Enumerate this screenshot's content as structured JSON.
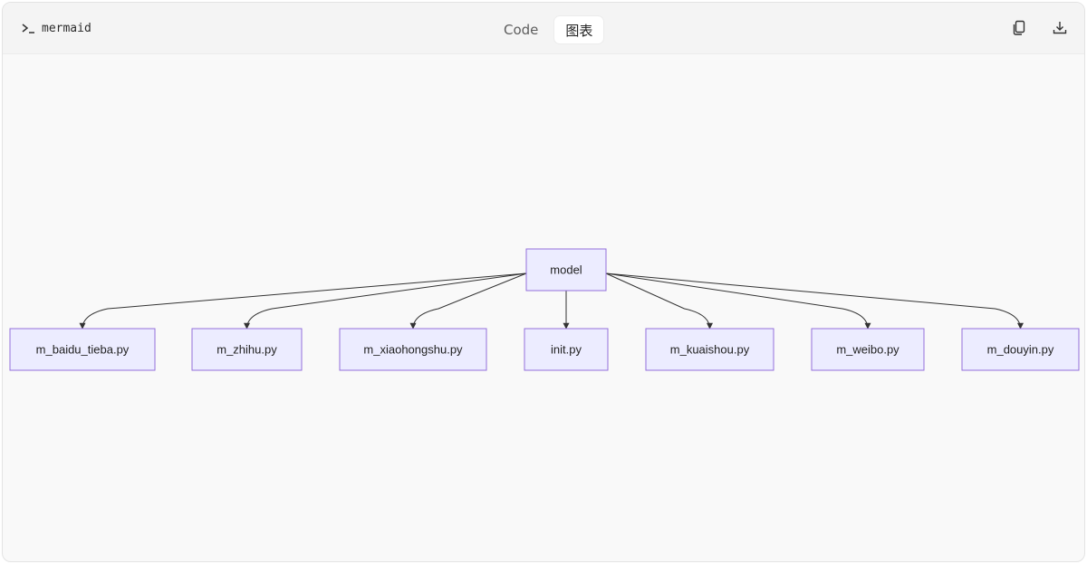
{
  "header": {
    "language_label": "mermaid",
    "language_icon": "terminal-prompt-icon",
    "tabs": [
      {
        "label": "Code",
        "active": false
      },
      {
        "label": "图表",
        "active": true
      }
    ],
    "actions": {
      "copy_icon": "copy-icon",
      "download_icon": "download-icon"
    }
  },
  "diagram": {
    "type": "flowchart",
    "root": {
      "id": "model",
      "label": "model"
    },
    "children": [
      {
        "id": "m_baidu_tieba",
        "label": "m_baidu_tieba.py"
      },
      {
        "id": "m_zhihu",
        "label": "m_zhihu.py"
      },
      {
        "id": "m_xiaohongshu",
        "label": "m_xiaohongshu.py"
      },
      {
        "id": "init",
        "label": "init.py"
      },
      {
        "id": "m_kuaishou",
        "label": "m_kuaishou.py"
      },
      {
        "id": "m_weibo",
        "label": "m_weibo.py"
      },
      {
        "id": "m_douyin",
        "label": "m_douyin.py"
      }
    ],
    "colors": {
      "node_fill": "#ececff",
      "node_stroke": "#9370db",
      "edge": "#333333"
    }
  }
}
